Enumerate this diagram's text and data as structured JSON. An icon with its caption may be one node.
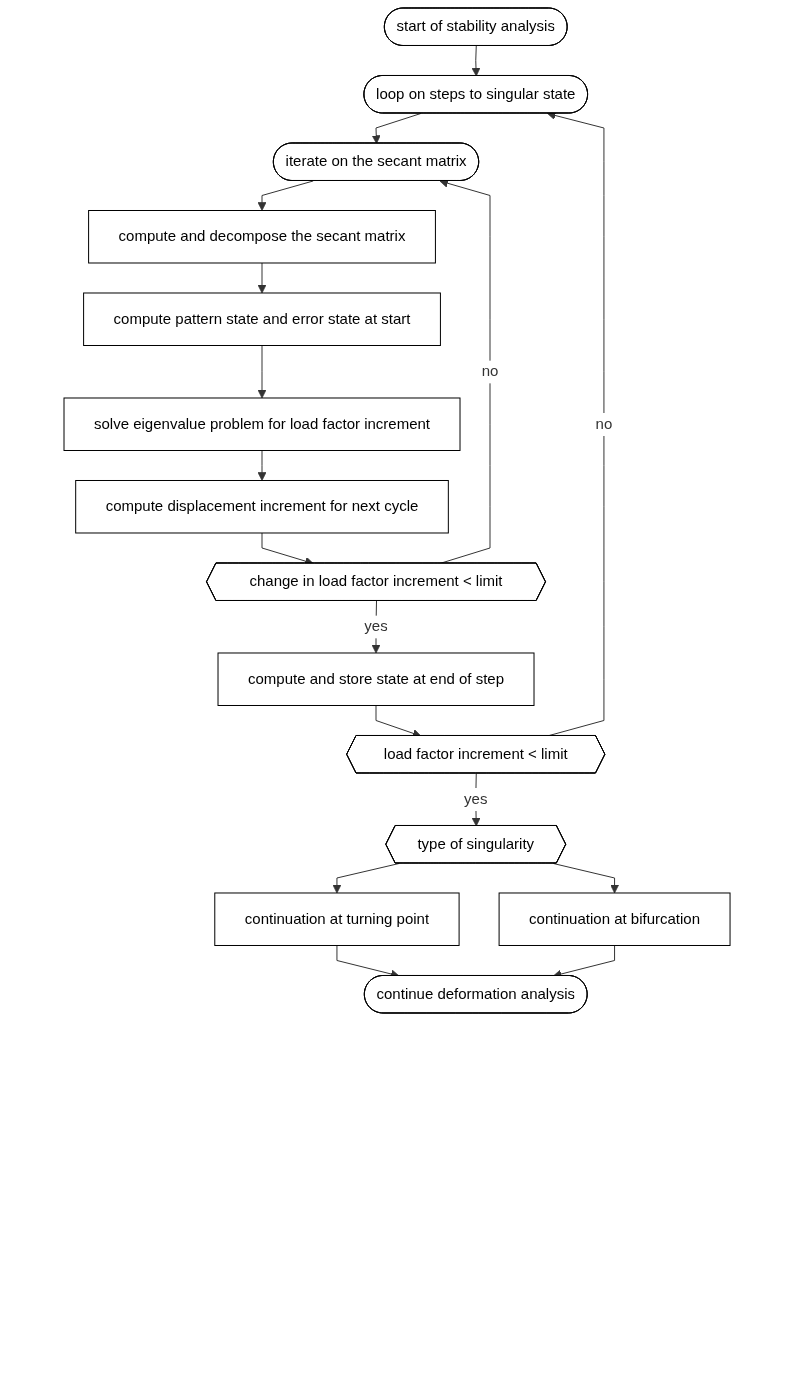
{
  "diagram": {
    "nodes": [
      {
        "text": [
          "start of stability analysis"
        ]
      },
      {
        "text": [
          "loop on steps to singular state"
        ]
      },
      {
        "text": [
          "iterate on the secant matrix"
        ]
      },
      {
        "text": [
          "compute and decompose the secant matrix"
        ]
      },
      {
        "text": [
          "compute pattern state and error state at start"
        ]
      },
      {
        "text": [
          "solve eigenvalue problem for load factor increment"
        ]
      },
      {
        "text": [
          "compute displacement increment for next cycle"
        ]
      },
      {
        "text": [
          "change in load factor increment < limit"
        ]
      },
      {
        "text": [
          "compute and store state at end of step"
        ]
      },
      {
        "text": [
          "load factor increment < limit"
        ]
      },
      {
        "text": [
          "type of singularity"
        ]
      },
      {
        "text": [
          "continuation at turning point"
        ]
      },
      {
        "text": [
          "continuation at bifurcation"
        ]
      },
      {
        "text": [
          "continue deformation analysis"
        ]
      }
    ],
    "edges": [
      {
        "from": 0,
        "to": 1,
        "arrow": "to"
      },
      {
        "from": 1,
        "to": 2,
        "arrow": "to"
      },
      {
        "from": 2,
        "to": 3,
        "arrow": "to"
      },
      {
        "from": 3,
        "to": 4,
        "arrow": "to"
      },
      {
        "from": 4,
        "to": 5,
        "arrow": "to"
      },
      {
        "from": 5,
        "to": 6,
        "arrow": "to"
      },
      {
        "from": 6,
        "to": 7,
        "arrow": "to"
      },
      {
        "from": 7,
        "to": 2,
        "arrow": "to",
        "label": "no"
      },
      {
        "from": 7,
        "to": 8,
        "arrow": "to",
        "label": "yes"
      },
      {
        "from": 8,
        "to": 9,
        "arrow": "to"
      },
      {
        "from": 9,
        "to": 1,
        "arrow": "to",
        "label": "no"
      },
      {
        "from": 9,
        "to": 10,
        "arrow": "to",
        "label": "yes"
      },
      {
        "from": 10,
        "to": 11,
        "arrow": "to"
      },
      {
        "from": 10,
        "to": 12,
        "arrow": "to"
      },
      {
        "from": 11,
        "to": 13,
        "arrow": "to"
      },
      {
        "from": 12,
        "to": 13,
        "arrow": "to"
      }
    ]
  }
}
